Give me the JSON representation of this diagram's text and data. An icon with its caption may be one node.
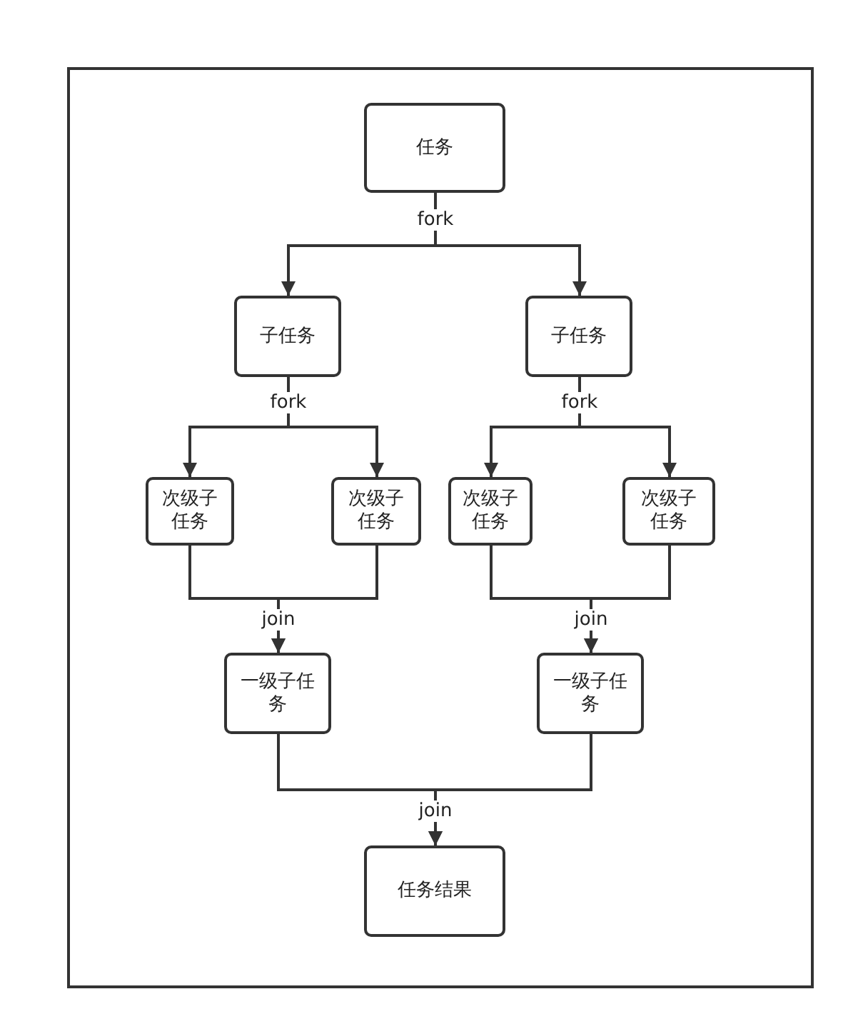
{
  "diagram": {
    "nodes": [
      {
        "text": [
          "任务"
        ]
      },
      {
        "text": [
          "子任务"
        ]
      },
      {
        "text": [
          "子任务"
        ]
      },
      {
        "text": [
          "次级子任务"
        ]
      },
      {
        "text": [
          "次级子任务"
        ]
      },
      {
        "text": [
          "次级子任务"
        ]
      },
      {
        "text": [
          "次级子任务"
        ]
      },
      {
        "text": [
          "一级子任务"
        ]
      },
      {
        "text": [
          "一级子任务"
        ]
      },
      {
        "text": [
          "任务结果"
        ]
      }
    ],
    "edges": [
      {
        "from": 0,
        "to": 1,
        "arrow": "to",
        "label": "fork"
      },
      {
        "from": 0,
        "to": 2,
        "arrow": "to"
      },
      {
        "from": 1,
        "to": 3,
        "arrow": "to",
        "label": "fork"
      },
      {
        "from": 1,
        "to": 4,
        "arrow": "to"
      },
      {
        "from": 2,
        "to": 5,
        "arrow": "to",
        "label": "fork"
      },
      {
        "from": 2,
        "to": 6,
        "arrow": "to"
      },
      {
        "from": 3,
        "to": 7,
        "arrow": "to",
        "label": "join"
      },
      {
        "from": 4,
        "to": 7,
        "arrow": "to"
      },
      {
        "from": 5,
        "to": 8,
        "arrow": "to",
        "label": "join"
      },
      {
        "from": 6,
        "to": 8,
        "arrow": "to"
      },
      {
        "from": 7,
        "to": 9,
        "arrow": "to",
        "label": "join"
      },
      {
        "from": 8,
        "to": 9,
        "arrow": "to"
      }
    ]
  }
}
